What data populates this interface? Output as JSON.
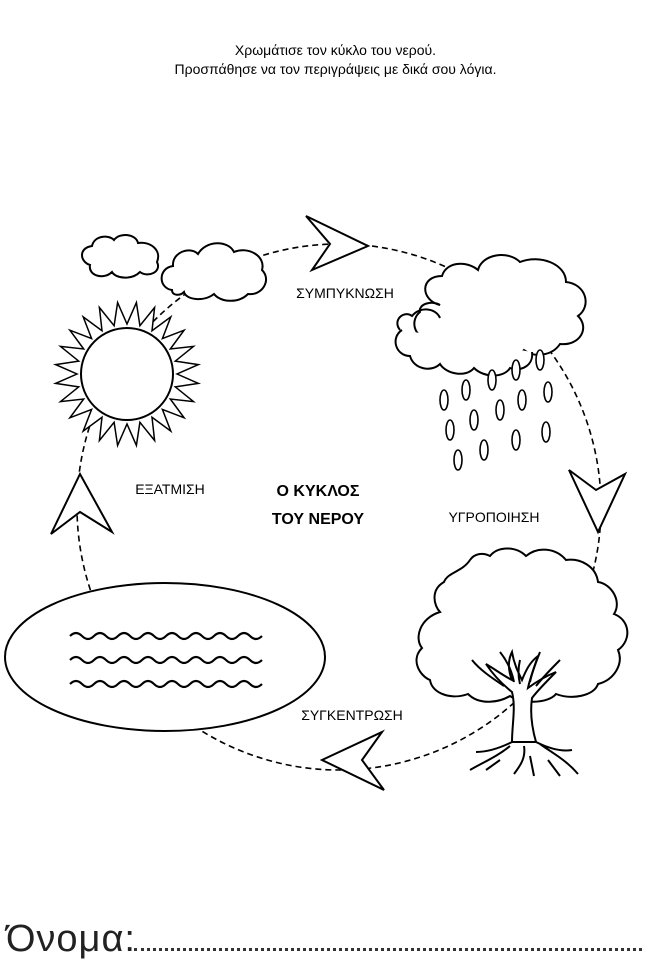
{
  "instructions": {
    "line1": "Χρωμάτισε τον κύκλο του νερού.",
    "line2": "Προσπάθησε να τον περιγράψεις με δικά σου λόγια."
  },
  "diagram": {
    "title_line1": "Ο ΚΥΚΛΟΣ",
    "title_line2": "ΤΟΥ ΝΕΡΟΥ",
    "stages": {
      "condensation": "ΣΥΜΠΥΚΝΩΣΗ",
      "precipitation": "ΥΓΡΟΠΟΙΗΣΗ",
      "collection": "ΣΥΓΚΕΝΤΡΩΣΗ",
      "evaporation": "ΕΞΑΤΜΙΣΗ"
    },
    "icons": [
      "sun-icon",
      "cloud-icon",
      "rain-cloud-icon",
      "tree-icon",
      "lake-icon",
      "arrow-icon"
    ]
  },
  "footer": {
    "name_label": "Όνομα:"
  }
}
